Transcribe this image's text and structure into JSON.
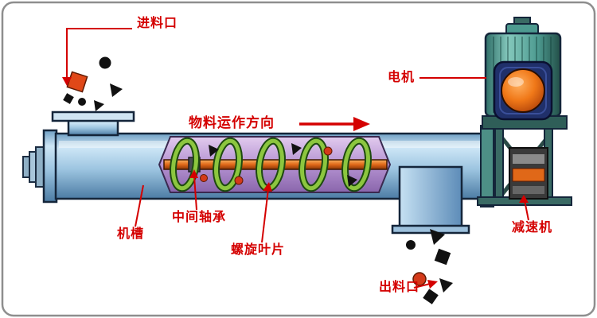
{
  "diagram": {
    "title": "screw-conveyor-structure-diagram",
    "labels": {
      "feed_inlet": "进料口",
      "motor": "电机",
      "material_direction": "物料运作方向",
      "trough": "机槽",
      "middle_bearing": "中间轴承",
      "spiral_blade": "螺旋叶片",
      "reducer": "减速机",
      "discharge_outlet": "出料口"
    },
    "colors": {
      "label_red": "#d40000",
      "tube_blue": "#9cc4e0",
      "cutaway_purple": "#b593d2",
      "spiral_green": "#8cc63f",
      "shaft_orange": "#e06818",
      "motor_teal": "#4d9a90",
      "motor_core_orange": "#f07818",
      "particle_black": "#111111",
      "particle_red": "#d43a1a"
    }
  }
}
